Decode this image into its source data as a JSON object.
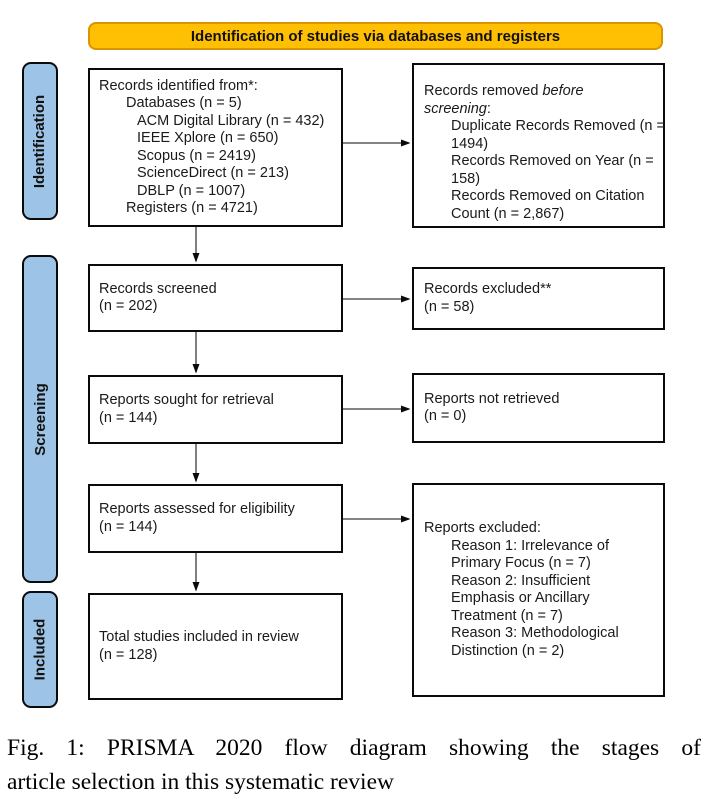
{
  "colors": {
    "banner_fill": "#FFC003",
    "banner_border": "#D89500",
    "stage_fill": "#9DC3E6",
    "stage_border": "#0a0a0a",
    "box_border": "#0a0a0a",
    "arrow_color": "#3a3a3a"
  },
  "banner": {
    "label": "Identification of studies via databases and registers"
  },
  "stages": {
    "identification": "Identification",
    "screening": "Screening",
    "included": "Included"
  },
  "boxes": {
    "identified": {
      "lines": [
        "Records identified from*:",
        "Databases (n = 5)",
        "ACM Digital Library (n = 432)",
        "IEEE Xplore (n = 650)",
        "Scopus (n = 2419)",
        "ScienceDirect (n = 213)",
        "DBLP (n = 1007)",
        "Registers (n = 4721)"
      ]
    },
    "removed": {
      "title_normal": "Records removed ",
      "title_italic_line1": "before",
      "title_italic_line2": "screening",
      "title_colon": ":",
      "lines": [
        "Duplicate Records Removed (n =",
        "1494)",
        "Records Removed on Year (n =",
        "158)",
        "Records Removed on Citation",
        "Count (n = 2,867)"
      ]
    },
    "screened": {
      "lines": [
        "Records screened",
        "(n = 202)"
      ]
    },
    "records_excluded": {
      "lines": [
        "Records excluded**",
        "(n = 58)"
      ]
    },
    "sought": {
      "lines": [
        "Reports sought for retrieval",
        "(n = 144)"
      ]
    },
    "not_retrieved": {
      "lines": [
        "Reports not retrieved",
        "(n = 0)"
      ]
    },
    "assessed": {
      "lines": [
        "Reports assessed for eligibility",
        "(n = 144)"
      ]
    },
    "reports_excluded": {
      "lines": [
        "Reports excluded:",
        "Reason 1: Irrelevance of",
        "Primary Focus (n = 7)",
        "Reason 2: Insufficient",
        "Emphasis or Ancillary",
        "Treatment (n = 7)",
        "Reason 3: Methodological",
        "Distinction (n = 2)"
      ]
    },
    "included_total": {
      "lines": [
        "Total studies included in review",
        "(n = 128)"
      ]
    }
  },
  "caption": {
    "line1": "Fig. 1: PRISMA 2020 flow diagram showing the stages of",
    "line2": "article selection in this systematic review"
  }
}
